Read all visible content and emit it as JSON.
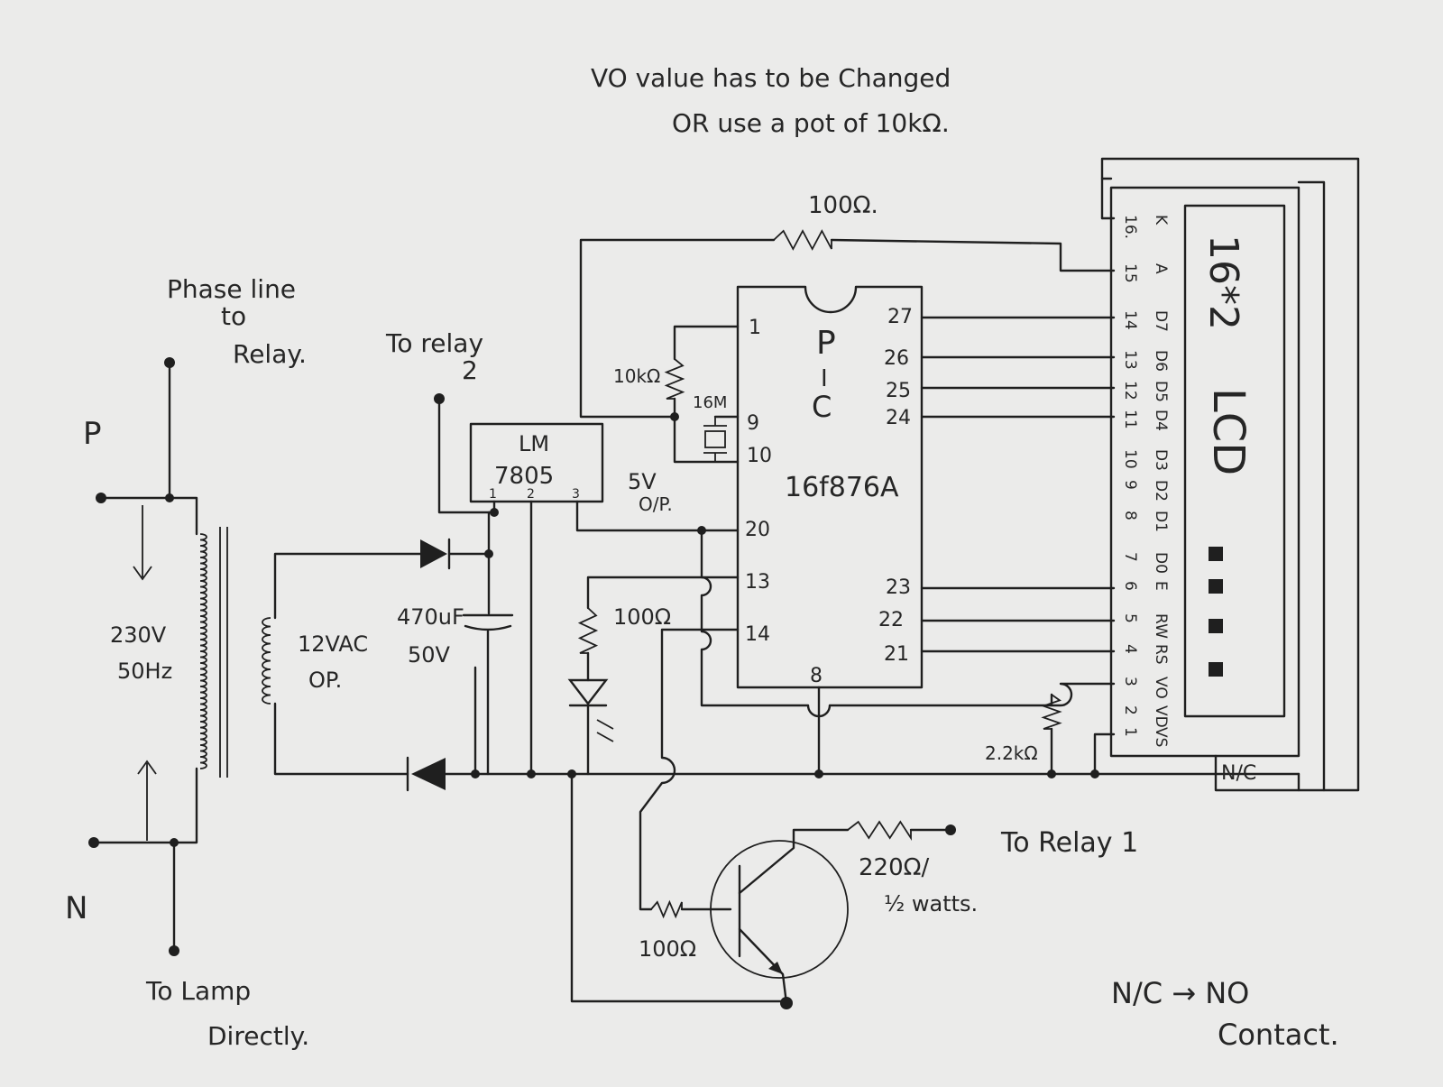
{
  "notes": {
    "top_line1": "VO value has to be Changed",
    "top_line2": "OR use a pot of 10kΩ.",
    "nc_line1": "N/C → NO",
    "nc_line2": "Contact."
  },
  "mains": {
    "phase_label": "P",
    "neutral_label": "N",
    "phase_note_1": "Phase line",
    "phase_note_2": "to",
    "phase_note_3": "Relay.",
    "lamp_note_1": "To Lamp",
    "lamp_note_2": "Directly."
  },
  "transformer": {
    "primary_1": "230V",
    "primary_2": "50Hz",
    "secondary_1": "12VAC",
    "secondary_2": "OP."
  },
  "regulator": {
    "name_1": "LM",
    "name_2": "7805",
    "pin1": "1",
    "pin2": "2",
    "pin3": "3",
    "out_1": "5V",
    "out_2": "O/P.",
    "relay2_1": "To relay",
    "relay2_2": "2"
  },
  "capacitor": {
    "value_1": "470uF",
    "value_2": "50V"
  },
  "pic": {
    "name_p": "P",
    "name_i": "I",
    "name_c": "C",
    "part": "16f876A",
    "pins_left": [
      "1",
      "9",
      "10",
      "20",
      "13",
      "14"
    ],
    "pin_bottom": "8",
    "pins_right_top": [
      "27",
      "26",
      "25",
      "24"
    ],
    "pins_right_bottom": [
      "23",
      "22",
      "21"
    ]
  },
  "components": {
    "r_backlight": "100Ω.",
    "r_pullup": "10kΩ",
    "crystal": "16M",
    "r_led": "100Ω",
    "r_base": "100Ω",
    "r_collector_1": "220Ω/",
    "r_collector_2": "½ watts.",
    "r_contrast": "2.2kΩ",
    "relay1": "To Relay 1"
  },
  "lcd": {
    "title_1": "16*2",
    "title_2": "LCD",
    "pin_numbers": [
      "16.",
      "15",
      "14",
      "13",
      "12",
      "11",
      "10",
      "9",
      "8",
      "7",
      "6",
      "5",
      "4",
      "3",
      "2",
      "1"
    ],
    "pin_names": [
      "K",
      "A",
      "D7",
      "D6",
      "D5",
      "D4",
      "D3",
      "D2",
      "D1",
      "D0",
      "E",
      "RW",
      "RS",
      "VO",
      "VD",
      "VS"
    ],
    "nc_label": "N/C"
  }
}
